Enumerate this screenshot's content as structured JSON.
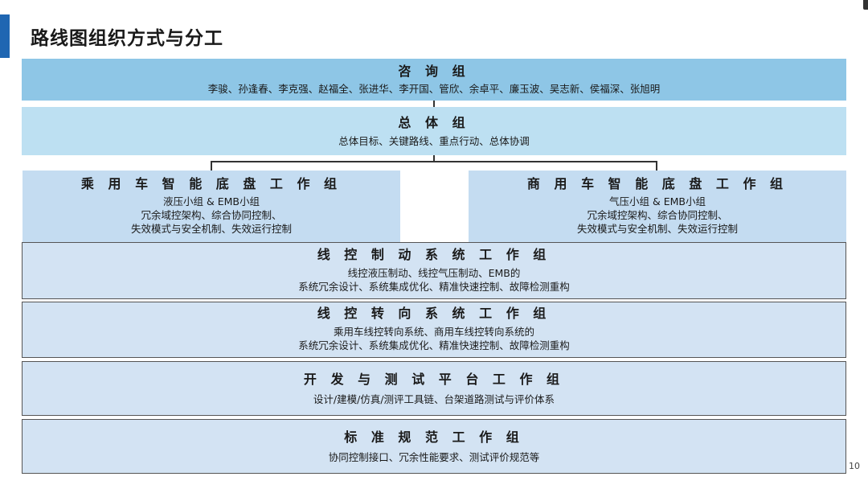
{
  "title": "路线图组织方式与分工",
  "page_number": "10",
  "colors": {
    "accent": "#1f66b2",
    "consult": "#8ec6e6",
    "general": "#bde0f2",
    "chassis": "#c4dcf1",
    "group": "#d3e3f3"
  },
  "consult_group": {
    "heading": "咨 询 组",
    "members": "李骏、孙逢春、李克强、赵福全、张进华、李开国、管欣、余卓平、廉玉波、吴志新、侯福深、张旭明"
  },
  "general_group": {
    "heading": "总 体 组",
    "desc": "总体目标、关键路线、重点行动、总体协调"
  },
  "passenger_chassis": {
    "heading": "乘 用 车 智 能 底 盘 工 作 组",
    "lines": [
      "液压小组 & EMB小组",
      "冗余域控架构、综合协同控制、",
      "失效模式与安全机制、失效运行控制"
    ]
  },
  "commercial_chassis": {
    "heading": "商 用 车 智 能 底 盘 工 作 组",
    "lines": [
      "气压小组 & EMB小组",
      "冗余域控架构、综合协同控制、",
      "失效模式与安全机制、失效运行控制"
    ]
  },
  "brake_group": {
    "heading": "线 控 制 动 系 统 工 作 组",
    "lines": [
      "线控液压制动、线控气压制动、EMB的",
      "系统冗余设计、系统集成优化、精准快速控制、故障检测重构"
    ]
  },
  "steer_group": {
    "heading": "线 控 转 向 系 统 工 作 组",
    "lines": [
      "乘用车线控转向系统、商用车线控转向系统的",
      "系统冗余设计、系统集成优化、精准快速控制、故障检测重构"
    ]
  },
  "test_group": {
    "heading": "开 发 与 测 试 平 台 工 作 组",
    "desc": "设计/建模/仿真/测评工具链、台架道路测试与评价体系"
  },
  "standard_group": {
    "heading": "标 准 规 范 工 作 组",
    "desc": "协同控制接口、冗余性能要求、测试评价规范等"
  }
}
